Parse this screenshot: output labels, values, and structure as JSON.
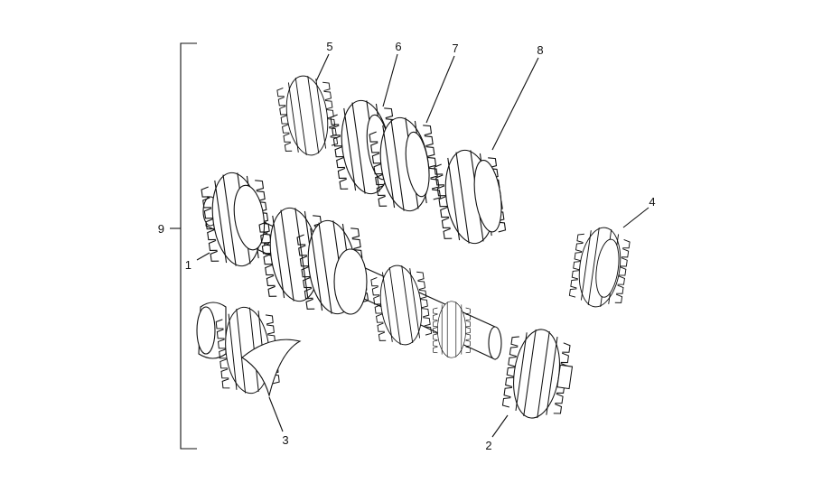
{
  "colors": {
    "ink": "#111111",
    "paper": "#ffffff"
  },
  "callouts": [
    {
      "id": "1",
      "text": "1"
    },
    {
      "id": "2",
      "text": "2"
    },
    {
      "id": "3",
      "text": "3"
    },
    {
      "id": "4",
      "text": "4"
    },
    {
      "id": "5",
      "text": "5"
    },
    {
      "id": "6",
      "text": "6"
    },
    {
      "id": "7",
      "text": "7"
    },
    {
      "id": "8",
      "text": "8"
    },
    {
      "id": "9",
      "text": "9"
    }
  ]
}
